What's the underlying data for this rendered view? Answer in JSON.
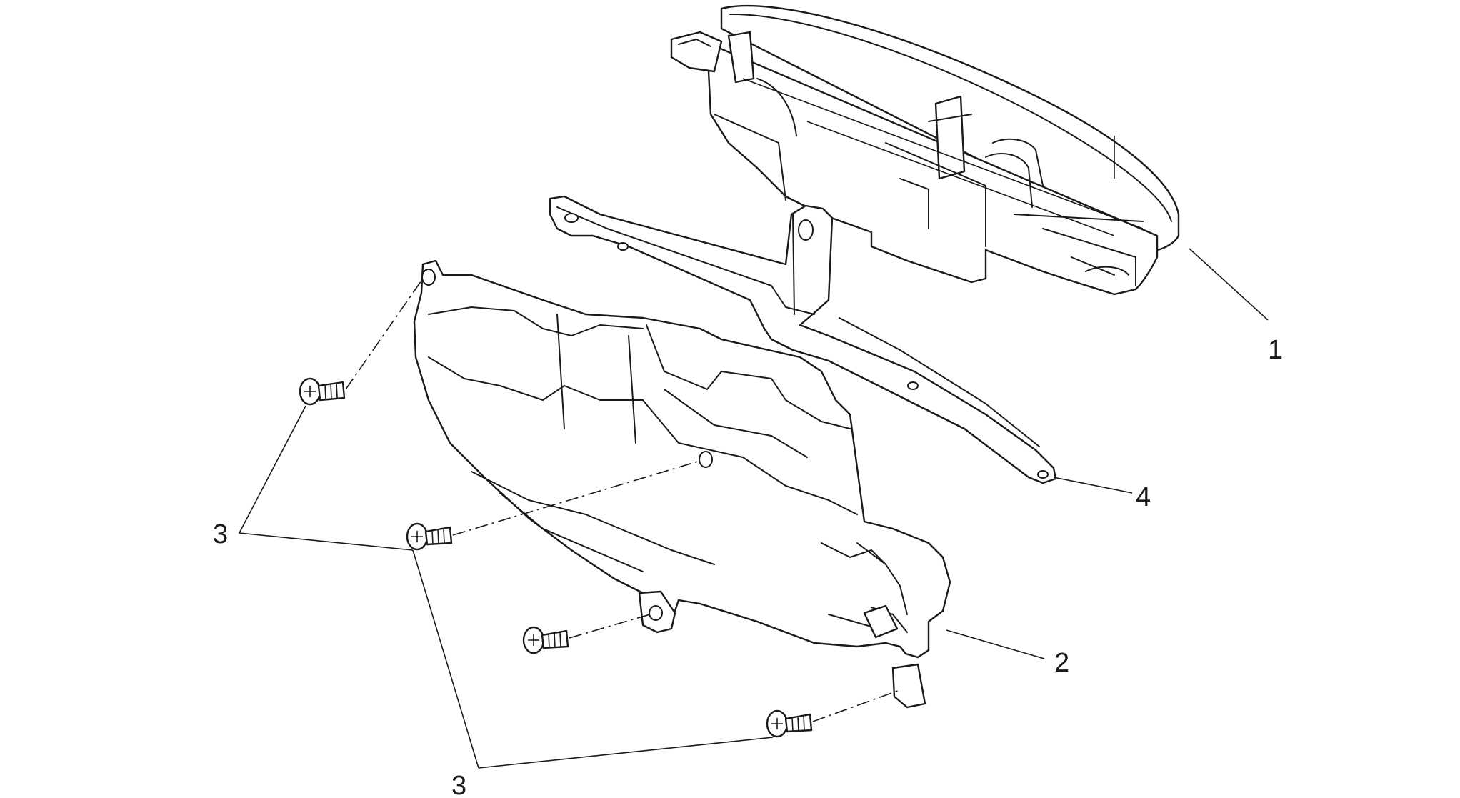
{
  "callouts": {
    "instrument_panel": "1",
    "lower_cover": "2",
    "screws_upper": "3",
    "screws_lower": "3",
    "bracket": "4"
  },
  "colors": {
    "line": "#1a1a1a",
    "background": "#ffffff"
  }
}
